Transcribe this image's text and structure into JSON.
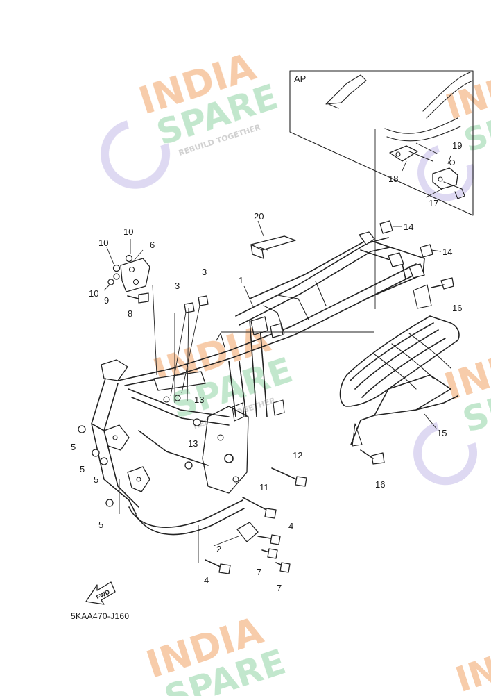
{
  "diagram": {
    "code": "5KAA470-J160",
    "inset_label": "AP",
    "direction_label": "FWD",
    "callouts": [
      "1",
      "2",
      "3",
      "3",
      "4",
      "4",
      "5",
      "5",
      "5",
      "5",
      "6",
      "7",
      "7",
      "8",
      "9",
      "10",
      "10",
      "10",
      "11",
      "12",
      "13",
      "13",
      "14",
      "14",
      "15",
      "16",
      "16",
      "17",
      "18",
      "19",
      "20"
    ]
  },
  "watermark": {
    "line1": "INDIA",
    "line2": "SPARE",
    "tagline": "REBUILD TOGETHER",
    "colors": {
      "orange": "#f6c39b",
      "green": "#b8e3c4",
      "purple": "#d9d3f0"
    }
  }
}
